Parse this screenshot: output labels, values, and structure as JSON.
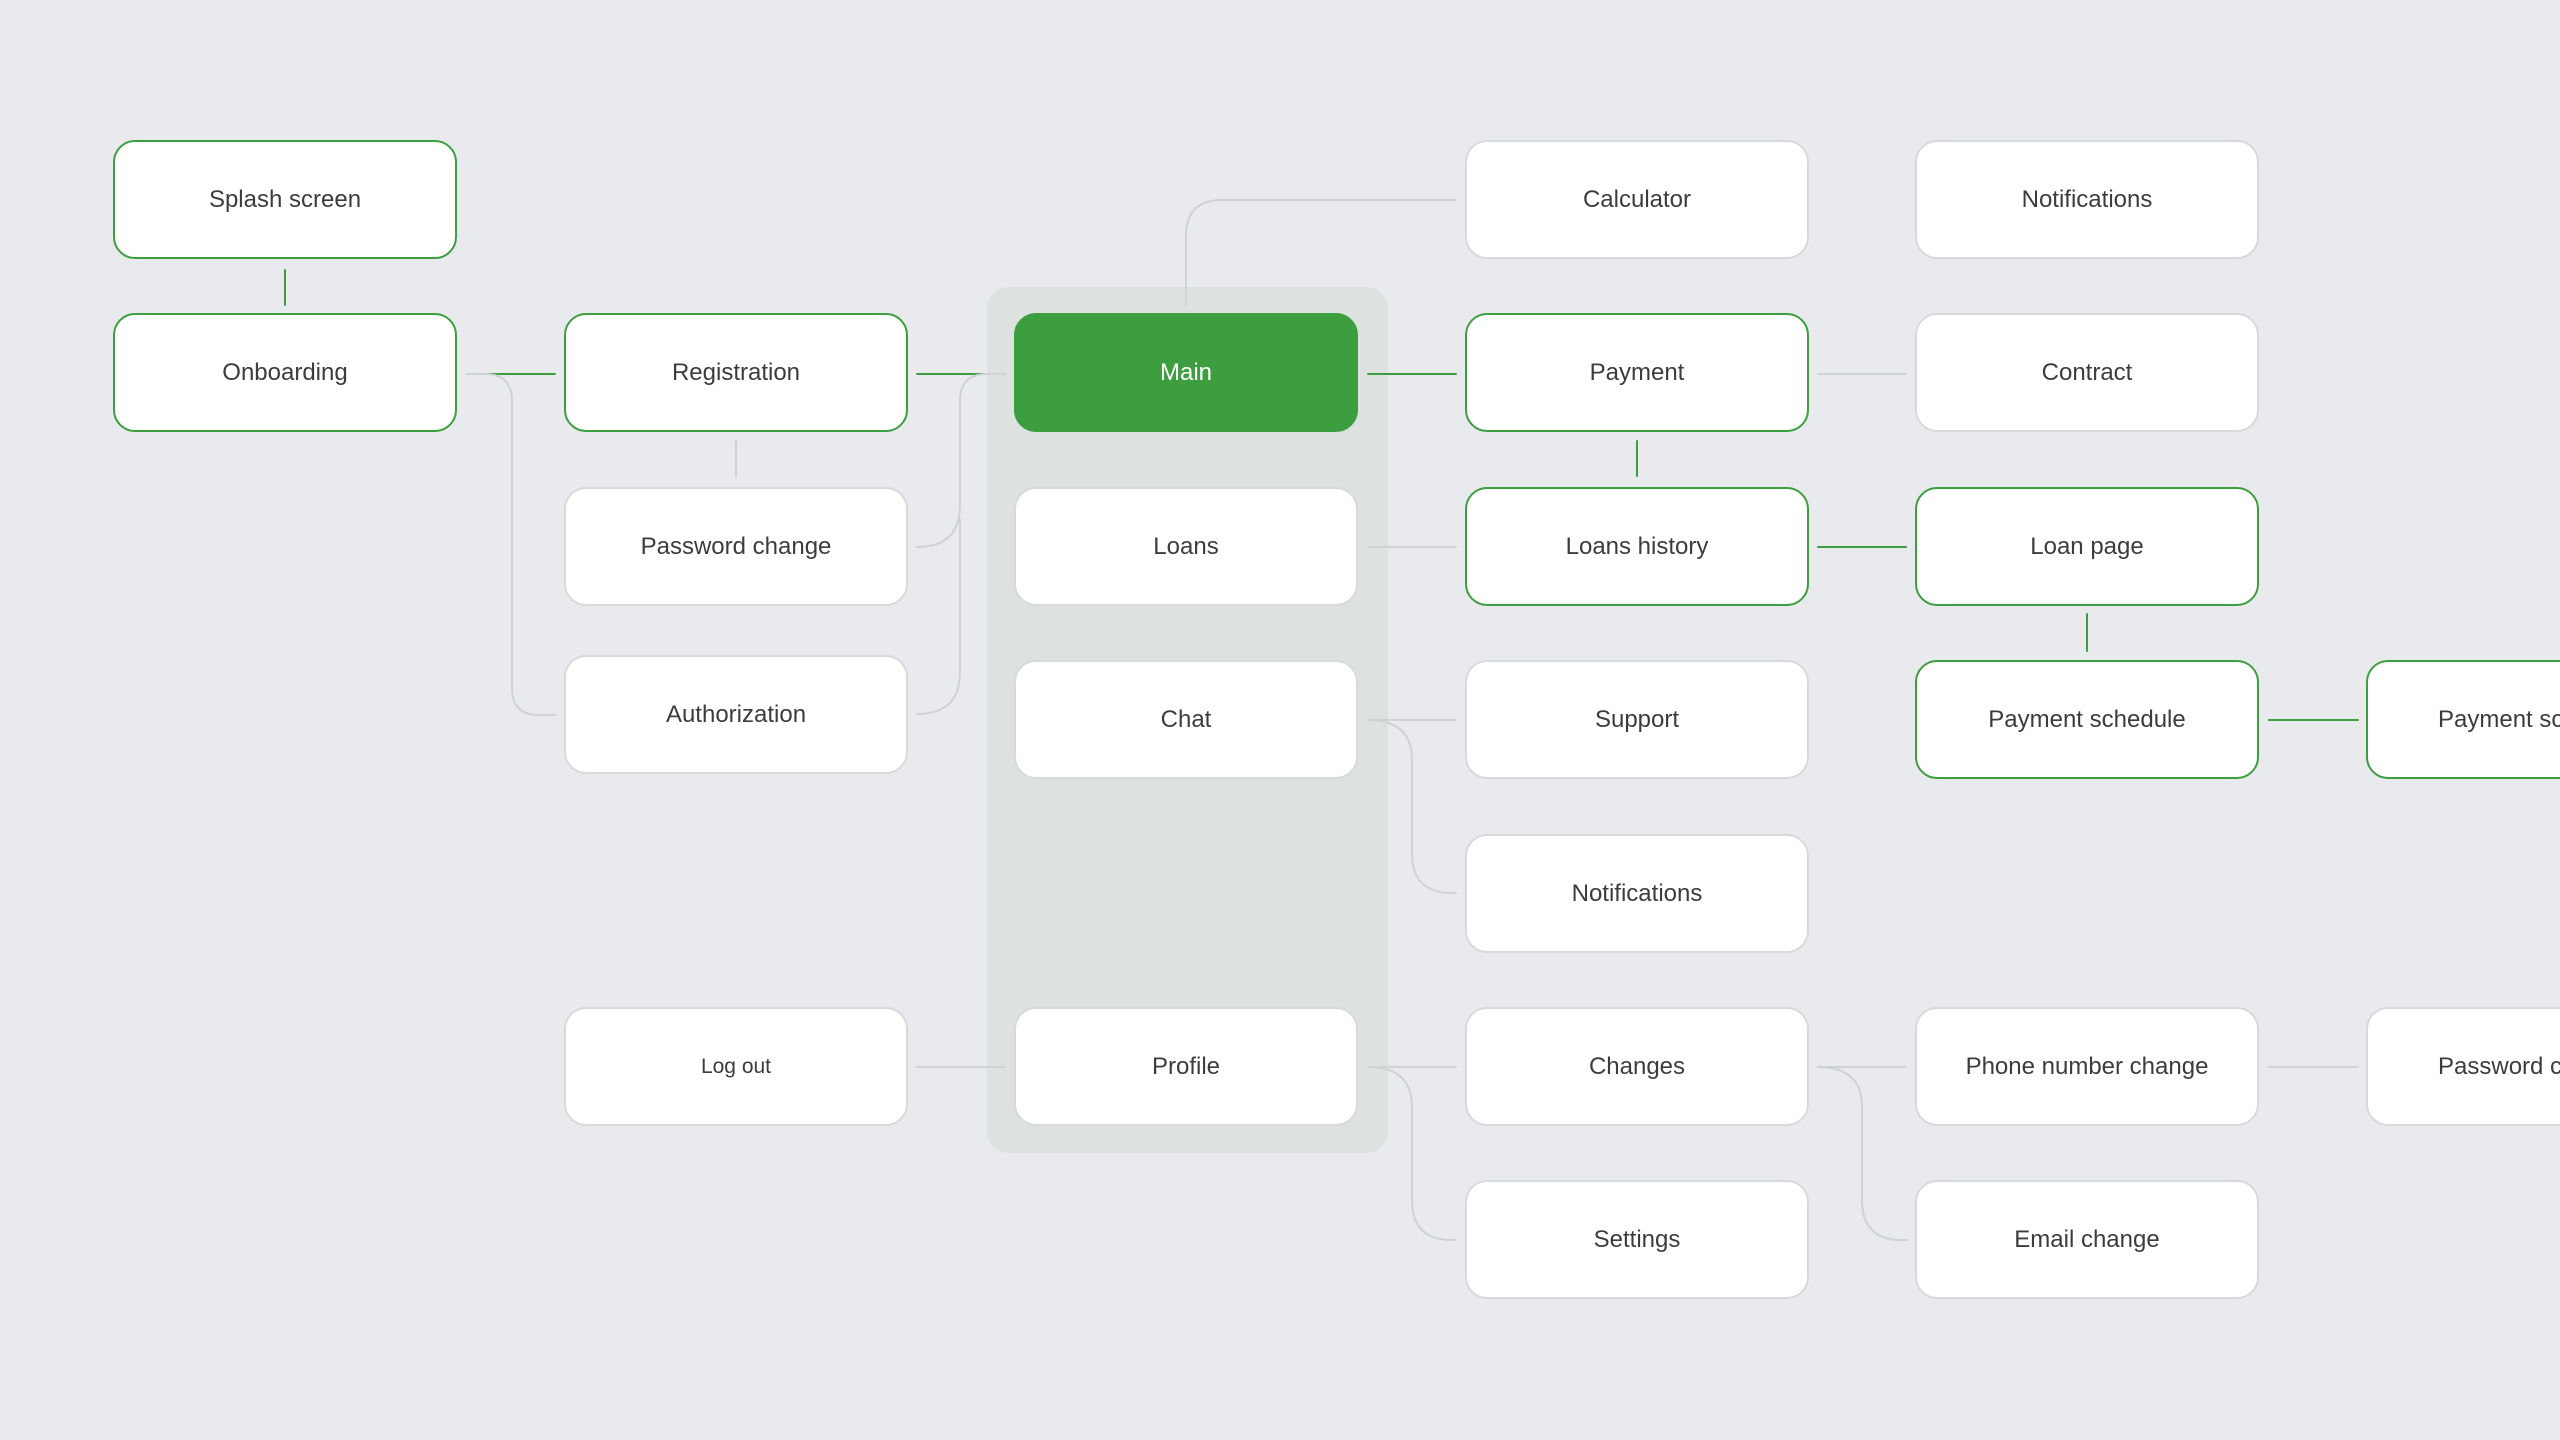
{
  "colors": {
    "background": "#e8eaed",
    "accent": "#3d9e3f",
    "node_fill": "#ffffff",
    "node_border": "#d7dadc",
    "link_gray": "#cfd3d6",
    "group_fill": "#dde1df"
  },
  "nodes": {
    "splash": "Splash screen",
    "onboarding": "Onboarding",
    "registration": "Registration",
    "password_change": "Password change",
    "authorization": "Authorization",
    "logout": "Log out",
    "main": "Main",
    "loans": "Loans",
    "chat": "Chat",
    "profile": "Profile",
    "calculator": "Calculator",
    "payment": "Payment",
    "loans_history": "Loans history",
    "support": "Support",
    "notifications_chat": "Notifications",
    "changes": "Changes",
    "settings": "Settings",
    "notifications_top": "Notifications",
    "contract": "Contract",
    "loan_page": "Loan page",
    "payment_schedule": "Payment schedule",
    "phone_change": "Phone number change",
    "email_change": "Email change",
    "payment_schedule_cut": "Payment sc",
    "password_cut": "Password c"
  }
}
